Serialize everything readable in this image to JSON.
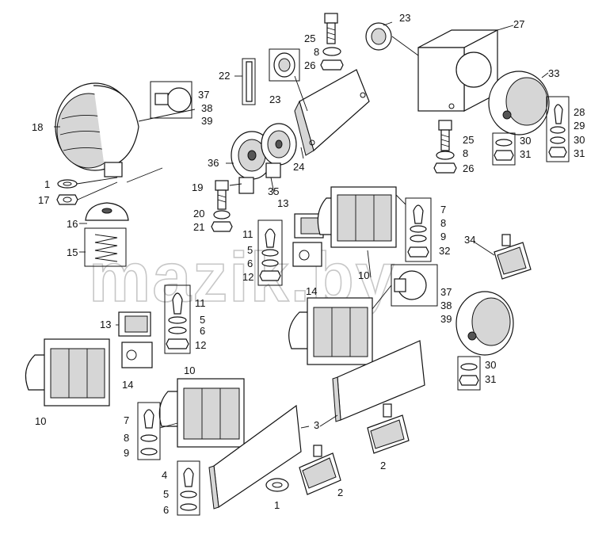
{
  "watermark": "mazik.by",
  "callouts": {
    "c1a": "1",
    "c17": "17",
    "c18": "18",
    "c16": "16",
    "c15": "15",
    "c37a": "37",
    "c38a": "38",
    "c39a": "39",
    "c22": "22",
    "c23a": "23",
    "c23b": "23",
    "c24": "24",
    "c25a": "25",
    "c8a": "8",
    "c26a": "26",
    "c27": "27",
    "c25b": "25",
    "c8b": "8",
    "c26b": "26",
    "c33": "33",
    "c28": "28",
    "c29": "29",
    "c30a": "30",
    "c31a": "31",
    "c30b": "30",
    "c31b": "31",
    "c36": "36",
    "c35": "35",
    "c19": "19",
    "c20": "20",
    "c21": "21",
    "c13a": "13",
    "c11a": "11",
    "c5a": "5",
    "c6a": "6",
    "c12a": "12",
    "c14a": "14",
    "c7a": "7",
    "c8c": "8",
    "c9a": "9",
    "c32": "32",
    "c10a": "10",
    "c34": "34",
    "c37b": "37",
    "c38b": "38",
    "c39b": "39",
    "c30c": "30",
    "c31c": "31",
    "c11b": "11",
    "c5b": "5",
    "c6b": "6",
    "c12b": "12",
    "c13b": "13",
    "c14b": "14",
    "c10b": "10",
    "c10c": "10",
    "c7b": "7",
    "c8d": "8",
    "c9b": "9",
    "c3": "3",
    "c2a": "2",
    "c2b": "2",
    "c4": "4",
    "c5c": "5",
    "c6c": "6",
    "c1b": "1"
  }
}
